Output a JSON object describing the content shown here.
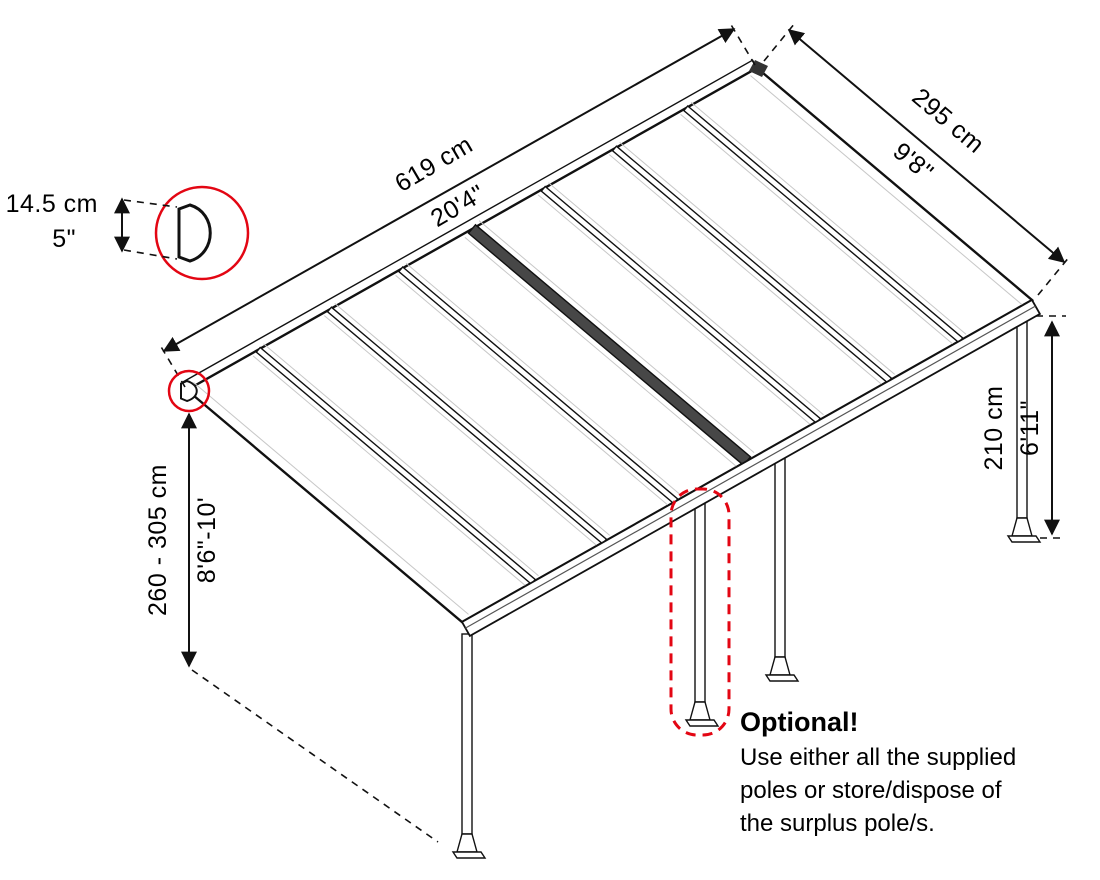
{
  "colors": {
    "accent": "#e30613",
    "ink": "#111111"
  },
  "diagram": {
    "dim_length": {
      "metric": "619 cm",
      "imperial": "20'4\""
    },
    "dim_depth": {
      "metric": "295 cm",
      "imperial": "9'8\""
    },
    "dim_clearance": {
      "metric": "210 cm",
      "imperial": "6'11\""
    },
    "dim_mount_height": {
      "metric": "260 - 305 cm",
      "imperial": "8'6\"-10'"
    },
    "dim_profile": {
      "metric": "14.5 cm",
      "imperial": "5\""
    },
    "note": {
      "title": "Optional!",
      "line1": "Use either all the supplied",
      "line2": "poles or store/dispose of",
      "line3": "the surplus pole/s."
    }
  }
}
